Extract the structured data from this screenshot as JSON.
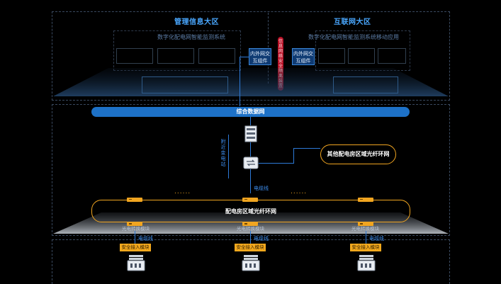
{
  "zones": {
    "management": {
      "title": "管理信息大区",
      "system": "数字化配电网智能监测系统"
    },
    "internet": {
      "title": "互联网大区",
      "system": "数字化配电网智能监测系统移动应用"
    }
  },
  "exchange_left": "内外网交互组件",
  "exchange_right": "内外网交互组件",
  "secure_isolation": "信息网络安全隔离装置",
  "data_network": "综合数据网",
  "substation": "附近变电站",
  "other_ring": "其他配电房区域光纤环网",
  "ring_label": "配电房区域光纤环网",
  "fiber_line": "电缆线",
  "switch_module": "光电转换模块",
  "safe_access": "安全接入模块",
  "dots": "......",
  "colors": {
    "background": "#000000",
    "accent_blue": "#1d71c7",
    "ring_orange": "#f1a520",
    "secure_red": "#b70f24"
  },
  "icons": [
    "server-icon",
    "router-icon",
    "switch-icon",
    "device-icon"
  ]
}
